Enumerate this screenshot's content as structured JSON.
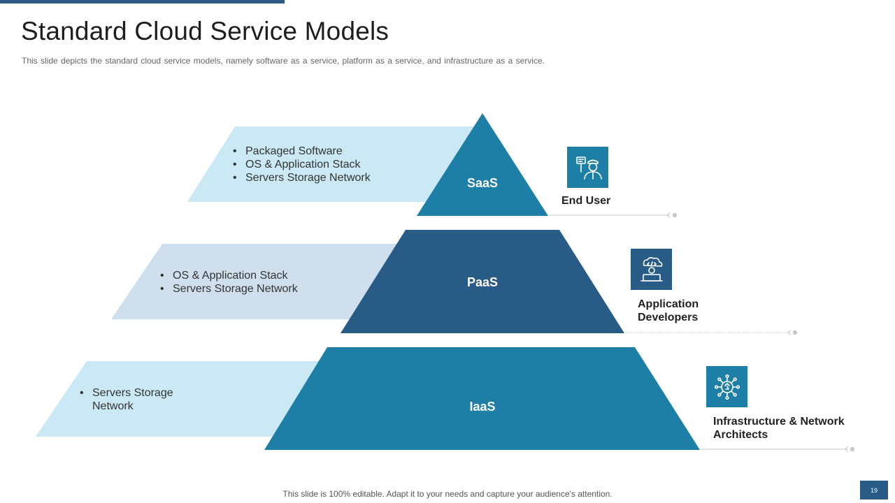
{
  "slide": {
    "title": "Standard Cloud Service Models",
    "subtitle": "This slide depicts the standard cloud service models, namely software as a service, platform as a service, and infrastructure as a service.",
    "footer": "This slide is 100% editable. Adapt it to your needs and capture your audience's attention.",
    "page_number": "19"
  },
  "colors": {
    "accent_teal": "#1e7fa6",
    "accent_navy": "#285b86",
    "band_light_blue": "#cae9f5",
    "band_pale_steel": "#cfdfee"
  },
  "tiers": [
    {
      "label": "SaaS",
      "bullets": [
        "Packaged Software",
        "OS & Application Stack",
        "Servers Storage Network"
      ],
      "role": "End User",
      "icon": "end-user-icon"
    },
    {
      "label": "PaaS",
      "bullets": [
        "OS & Application Stack",
        "Servers Storage Network"
      ],
      "role_lines": [
        "Application",
        "Developers"
      ],
      "icon": "developer-icon"
    },
    {
      "label": "IaaS",
      "bullets_lines": [
        "Servers Storage",
        "Network"
      ],
      "role_lines": [
        "Infrastructure & Network",
        "Architects"
      ],
      "icon": "network-architect-icon"
    }
  ]
}
